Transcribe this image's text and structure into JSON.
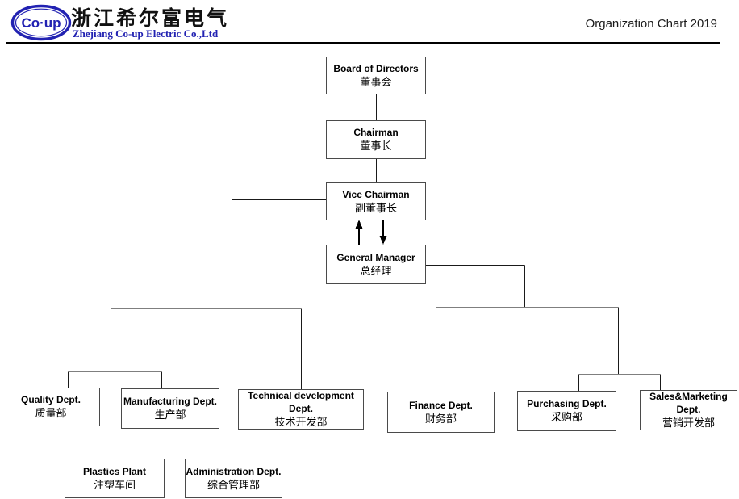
{
  "header": {
    "logo_text": "Co·up",
    "company_name_cn": "浙江希尔富电气",
    "company_name_en": "Zhejiang Co-up Electric Co.,Ltd",
    "doc_title": "Organization Chart 2019",
    "brand_color": "#2222b2"
  },
  "chart": {
    "nodes": [
      {
        "id": "board",
        "en": "Board of Directors",
        "cn": "董事会"
      },
      {
        "id": "chairman",
        "en": "Chairman",
        "cn": "董事长"
      },
      {
        "id": "vice_chairman",
        "en": "Vice Chairman",
        "cn": "副董事长"
      },
      {
        "id": "general_manager",
        "en": "General Manager",
        "cn": "总经理"
      },
      {
        "id": "quality",
        "en": "Quality Dept.",
        "cn": "质量部"
      },
      {
        "id": "manufacturing",
        "en": "Manufacturing Dept.",
        "cn": "生产部"
      },
      {
        "id": "technical_development",
        "en": "Technical development Dept.",
        "cn": "技术开发部"
      },
      {
        "id": "finance",
        "en": "Finance Dept.",
        "cn": "财务部"
      },
      {
        "id": "purchasing",
        "en": "Purchasing Dept.",
        "cn": "采购部"
      },
      {
        "id": "sales_marketing",
        "en": "Sales&Marketing Dept.",
        "cn": "营销开发部"
      },
      {
        "id": "plastics_plant",
        "en": "Plastics Plant",
        "cn": "注塑车间"
      },
      {
        "id": "administration",
        "en": "Administration Dept.",
        "cn": "综合管理部"
      }
    ],
    "edges": [
      {
        "from": "board",
        "to": "chairman",
        "type": "line"
      },
      {
        "from": "chairman",
        "to": "vice_chairman",
        "type": "line"
      },
      {
        "from": "general_manager",
        "to": "vice_chairman",
        "type": "arrow-up"
      },
      {
        "from": "vice_chairman",
        "to": "general_manager",
        "type": "arrow-down"
      },
      {
        "from": "vice_chairman",
        "to": "quality",
        "type": "line"
      },
      {
        "from": "vice_chairman",
        "to": "manufacturing",
        "type": "line"
      },
      {
        "from": "vice_chairman",
        "to": "technical_development",
        "type": "line"
      },
      {
        "from": "vice_chairman",
        "to": "plastics_plant",
        "type": "line"
      },
      {
        "from": "vice_chairman",
        "to": "administration",
        "type": "line"
      },
      {
        "from": "general_manager",
        "to": "finance",
        "type": "line"
      },
      {
        "from": "general_manager",
        "to": "purchasing",
        "type": "line"
      },
      {
        "from": "general_manager",
        "to": "sales_marketing",
        "type": "line"
      }
    ]
  }
}
